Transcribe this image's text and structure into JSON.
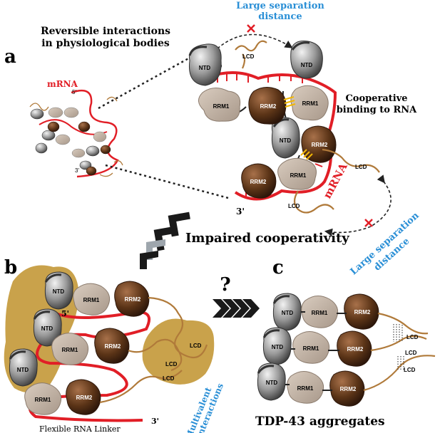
{
  "panels": {
    "a": "a",
    "b": "b",
    "c": "c"
  },
  "labels": {
    "large_sep_top": [
      "Large separation",
      "distance"
    ],
    "reversible": [
      "Reversible interactions",
      "in physiological bodies"
    ],
    "mrna_small": "mRNA",
    "five_prime": "5'",
    "three_prime": "3'",
    "cooperative": [
      "Cooperative",
      "binding to RNA"
    ],
    "mrna_big": "mRNA",
    "large_sep_bottom": [
      "Large separation",
      "distance"
    ],
    "impaired": "Impaired cooperativity",
    "question": "?",
    "multivalent": [
      "Multivalent",
      "interactions"
    ],
    "flexible_linker": "Flexible RNA Linker",
    "aggregates": "TDP-43 aggregates"
  },
  "domains": {
    "ntd": "NTD",
    "rrm1": "RRM1",
    "rrm2": "RRM2",
    "lcd": "LCD"
  },
  "colors": {
    "rna": "#e11e26",
    "blue_text": "#2a8fd6",
    "ntd": "#8a8a8a",
    "rrm1": "#bfae9f",
    "rrm2": "#5b3417",
    "lcd": "#b07a3a",
    "condensate": "#c49a3c",
    "cross": "#e11e26"
  }
}
